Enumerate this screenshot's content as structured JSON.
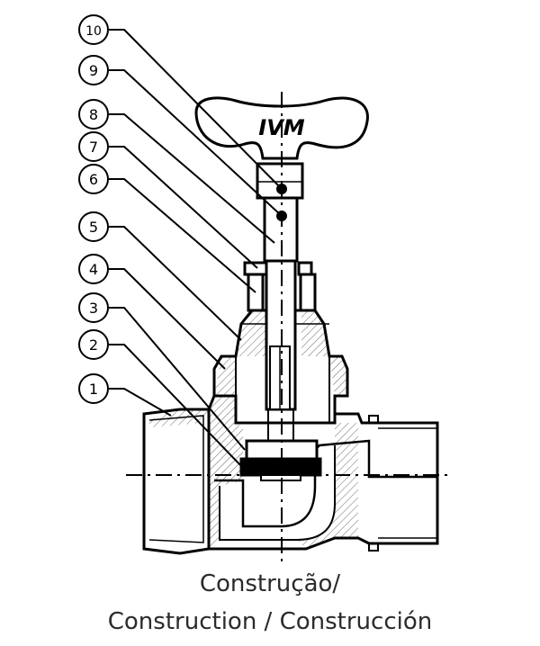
{
  "brand": {
    "handle_logo": "IVM"
  },
  "callouts": [
    "10",
    "9",
    "8",
    "7",
    "6",
    "5",
    "4",
    "3",
    "2",
    "1"
  ],
  "caption": {
    "line1": "Construção/",
    "line2": "Construction / Construcción"
  },
  "colors": {
    "ink": "#000000",
    "background": "#ffffff",
    "caption_text": "#2b2b2b"
  }
}
